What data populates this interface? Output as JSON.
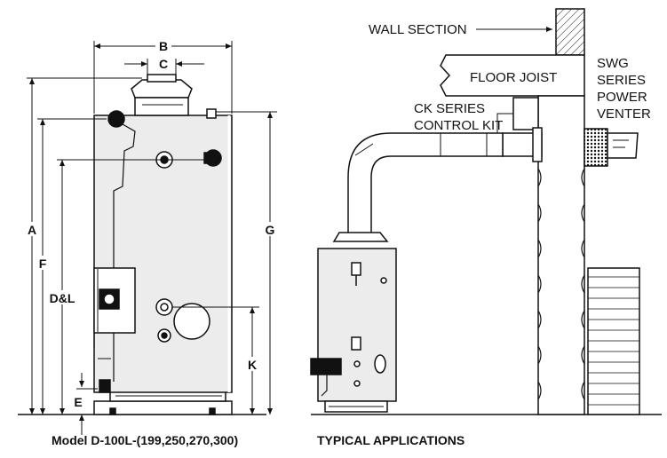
{
  "left_drawing": {
    "caption": "Model D-100L-(199,250,270,300)",
    "dimensions": {
      "a": "A",
      "b": "B",
      "c": "C",
      "d_l": "D&L",
      "e": "E",
      "f": "F",
      "g": "G",
      "k": "K"
    }
  },
  "right_drawing": {
    "caption": "TYPICAL APPLICATIONS",
    "labels": {
      "wall_section": "WALL SECTION",
      "floor_joist": "FLOOR JOIST",
      "control_kit_line1": "CK SERIES",
      "control_kit_line2": "CONTROL KIT",
      "venter_line1": "SWG",
      "venter_line2": "SERIES",
      "venter_line3": "POWER",
      "venter_line4": "VENTER"
    }
  },
  "colors": {
    "line": "#111111",
    "tank_fill": "#ececec",
    "background": "#ffffff"
  }
}
